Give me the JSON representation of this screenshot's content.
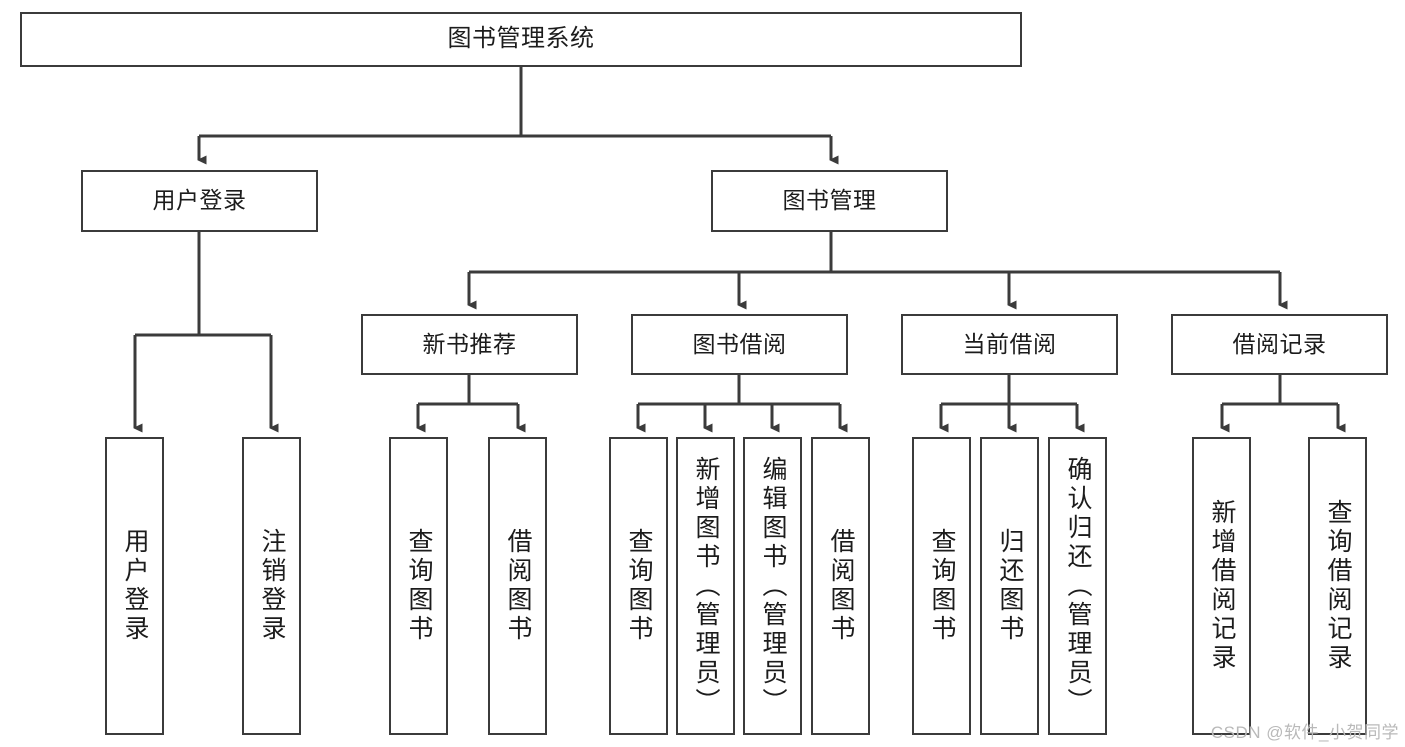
{
  "diagram": {
    "title": "图书管理系统",
    "type": "tree-hierarchy-diagram",
    "accent_color": "#3b3b3b",
    "background_color": "#ffffff",
    "root": {
      "id": "root",
      "label": "图书管理系统"
    },
    "level2": [
      {
        "id": "user-login",
        "label": "用户登录"
      },
      {
        "id": "book-manage",
        "label": "图书管理"
      }
    ],
    "level3": [
      {
        "id": "new-book-recommend",
        "label": "新书推荐"
      },
      {
        "id": "book-borrow",
        "label": "图书借阅"
      },
      {
        "id": "current-borrow",
        "label": "当前借阅"
      },
      {
        "id": "borrow-record",
        "label": "借阅记录"
      }
    ],
    "leaves": [
      {
        "id": "leaf-user-login",
        "label": "用户登录",
        "parent": "user-login"
      },
      {
        "id": "leaf-logout-login",
        "label": "注销登录",
        "parent": "user-login"
      },
      {
        "id": "leaf-query-book-1",
        "label": "查询图书",
        "parent": "new-book-recommend"
      },
      {
        "id": "leaf-borrow-book-1",
        "label": "借阅图书",
        "parent": "new-book-recommend"
      },
      {
        "id": "leaf-query-book-2",
        "label": "查询图书",
        "parent": "book-borrow"
      },
      {
        "id": "leaf-add-book",
        "label": "新增图书（管理员）",
        "parent": "book-borrow"
      },
      {
        "id": "leaf-edit-book",
        "label": "编辑图书（管理员）",
        "parent": "book-borrow"
      },
      {
        "id": "leaf-borrow-book-2",
        "label": "借阅图书",
        "parent": "book-borrow"
      },
      {
        "id": "leaf-query-book-3",
        "label": "查询图书",
        "parent": "current-borrow"
      },
      {
        "id": "leaf-return-book",
        "label": "归还图书",
        "parent": "current-borrow"
      },
      {
        "id": "leaf-confirm-return",
        "label": "确认归还（管理员）",
        "parent": "current-borrow"
      },
      {
        "id": "leaf-add-record",
        "label": "新增借阅记录",
        "parent": "borrow-record"
      },
      {
        "id": "leaf-query-record",
        "label": "查询借阅记录",
        "parent": "borrow-record"
      }
    ]
  },
  "watermark": {
    "text": "CSDN @软件_小贺同学"
  }
}
